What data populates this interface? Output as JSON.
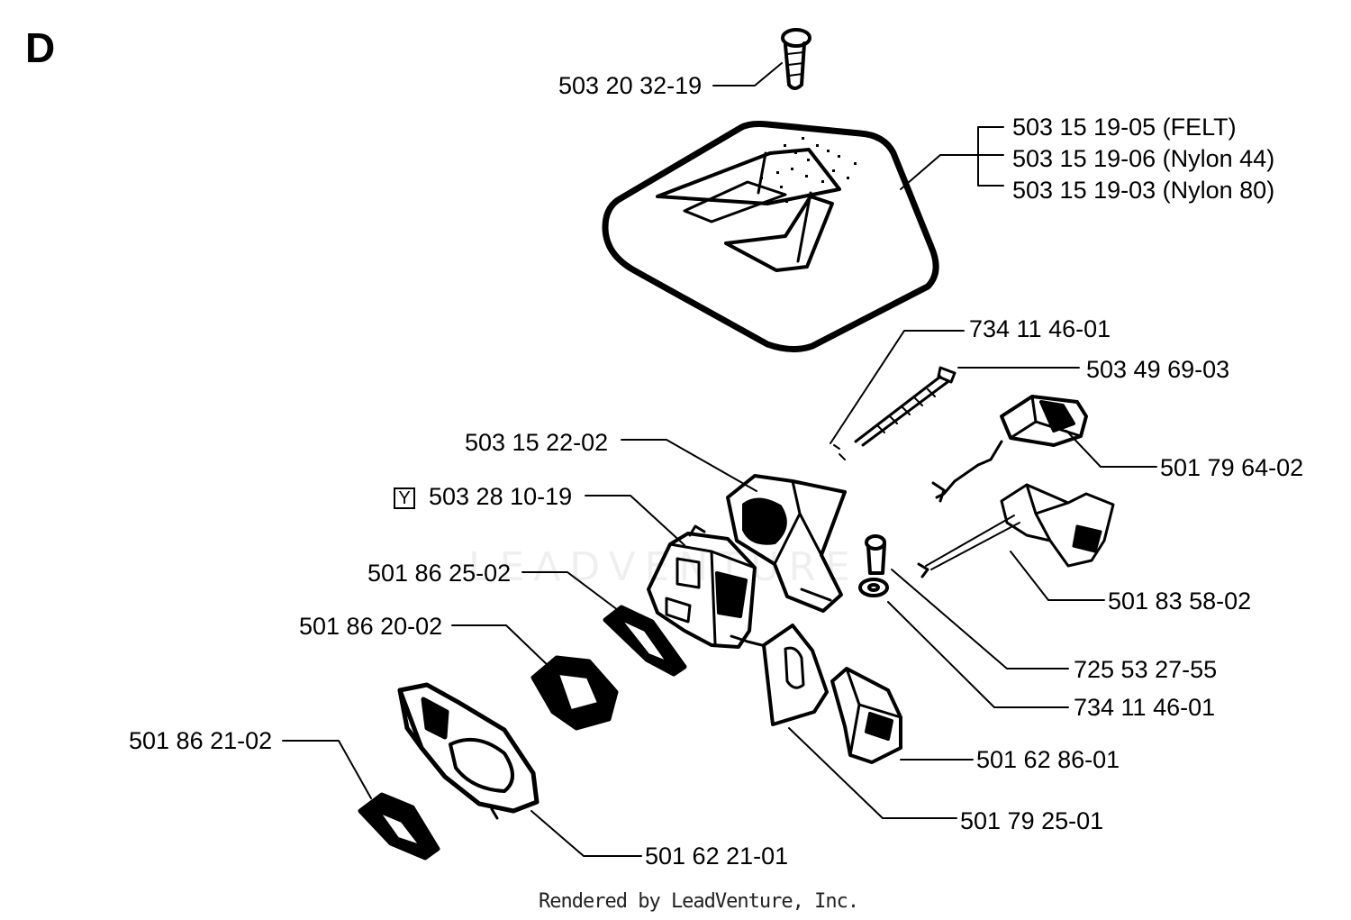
{
  "section_letter": "D",
  "footer": "Rendered by LeadVenture, Inc.",
  "watermark": "LEADVENTURE",
  "marker": "Y",
  "callouts": [
    {
      "id": "screw-top",
      "part": "503 20 32-19"
    },
    {
      "id": "filter-felt",
      "part": "503 15 19-05 (FELT)"
    },
    {
      "id": "filter-nylon44",
      "part": "503 15 19-06 (Nylon 44)"
    },
    {
      "id": "filter-nylon80",
      "part": "503 15 19-03 (Nylon 80)"
    },
    {
      "id": "nut-upper",
      "part": "734 11 46-01"
    },
    {
      "id": "bolt-long",
      "part": "503 49 69-03"
    },
    {
      "id": "adapter",
      "part": "503 15 22-02"
    },
    {
      "id": "carburetor",
      "part": "503 28 10-19"
    },
    {
      "id": "choke-control",
      "part": "501 79 64-02"
    },
    {
      "id": "gasket-upper",
      "part": "501 86 25-02"
    },
    {
      "id": "spacer",
      "part": "501 86 20-02"
    },
    {
      "id": "throttle-linkage",
      "part": "501 83 58-02"
    },
    {
      "id": "screw-small",
      "part": "725 53 27-55"
    },
    {
      "id": "nut-lower",
      "part": "734 11 46-01"
    },
    {
      "id": "gasket-lower",
      "part": "501 86 21-02"
    },
    {
      "id": "bracket",
      "part": "501 62 86-01"
    },
    {
      "id": "plate",
      "part": "501 79 25-01"
    },
    {
      "id": "intake-housing",
      "part": "501 62 21-01"
    }
  ]
}
